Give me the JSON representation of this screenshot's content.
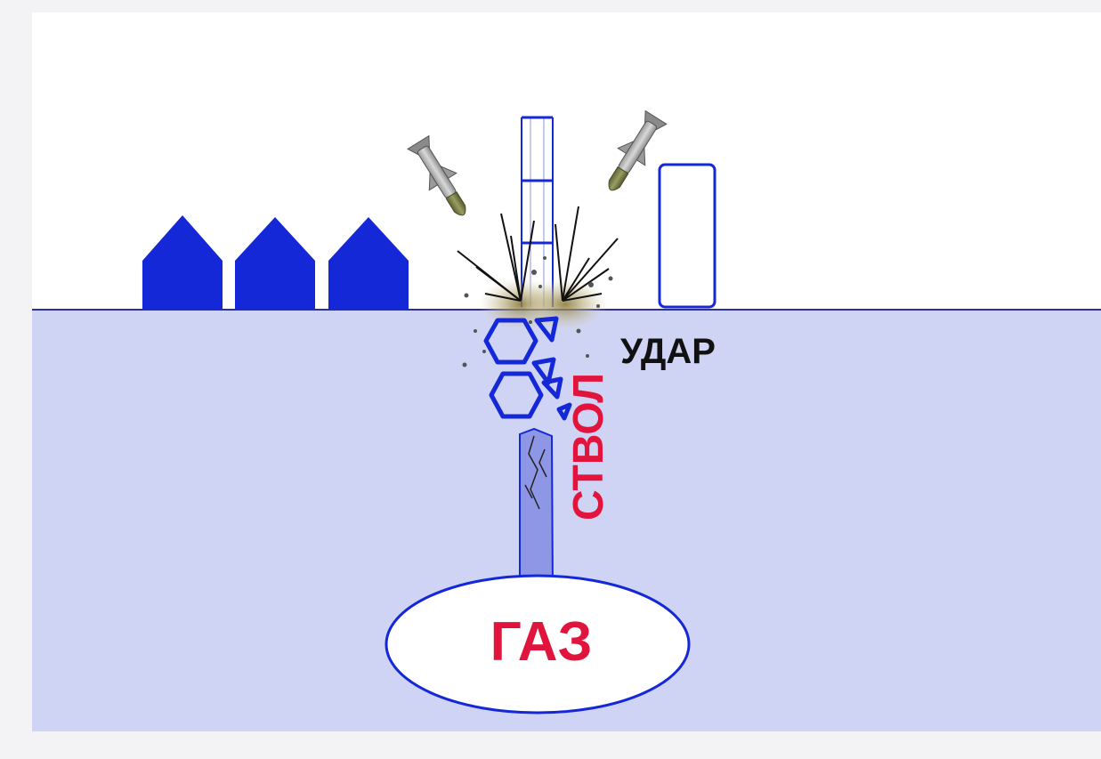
{
  "labels": {
    "strike": "УДАР",
    "wellbore": "СТВОЛ",
    "gas": "ГАЗ"
  },
  "icons": {
    "missiles": [
      "missile-icon",
      "missile-icon"
    ],
    "houses": [
      "house-icon",
      "house-icon",
      "house-icon"
    ],
    "building": "building-icon",
    "explosion": "explosion-icon"
  },
  "colors": {
    "sky": "#ffffff",
    "ground": "#cfd4f5",
    "ground_line": "#2b2f9a",
    "structure_blue": "#1428d8",
    "wellbore_fill": "#8e96e6",
    "label_red": "#e0143c",
    "label_black": "#111111",
    "gas_fill": "#ffffff"
  }
}
